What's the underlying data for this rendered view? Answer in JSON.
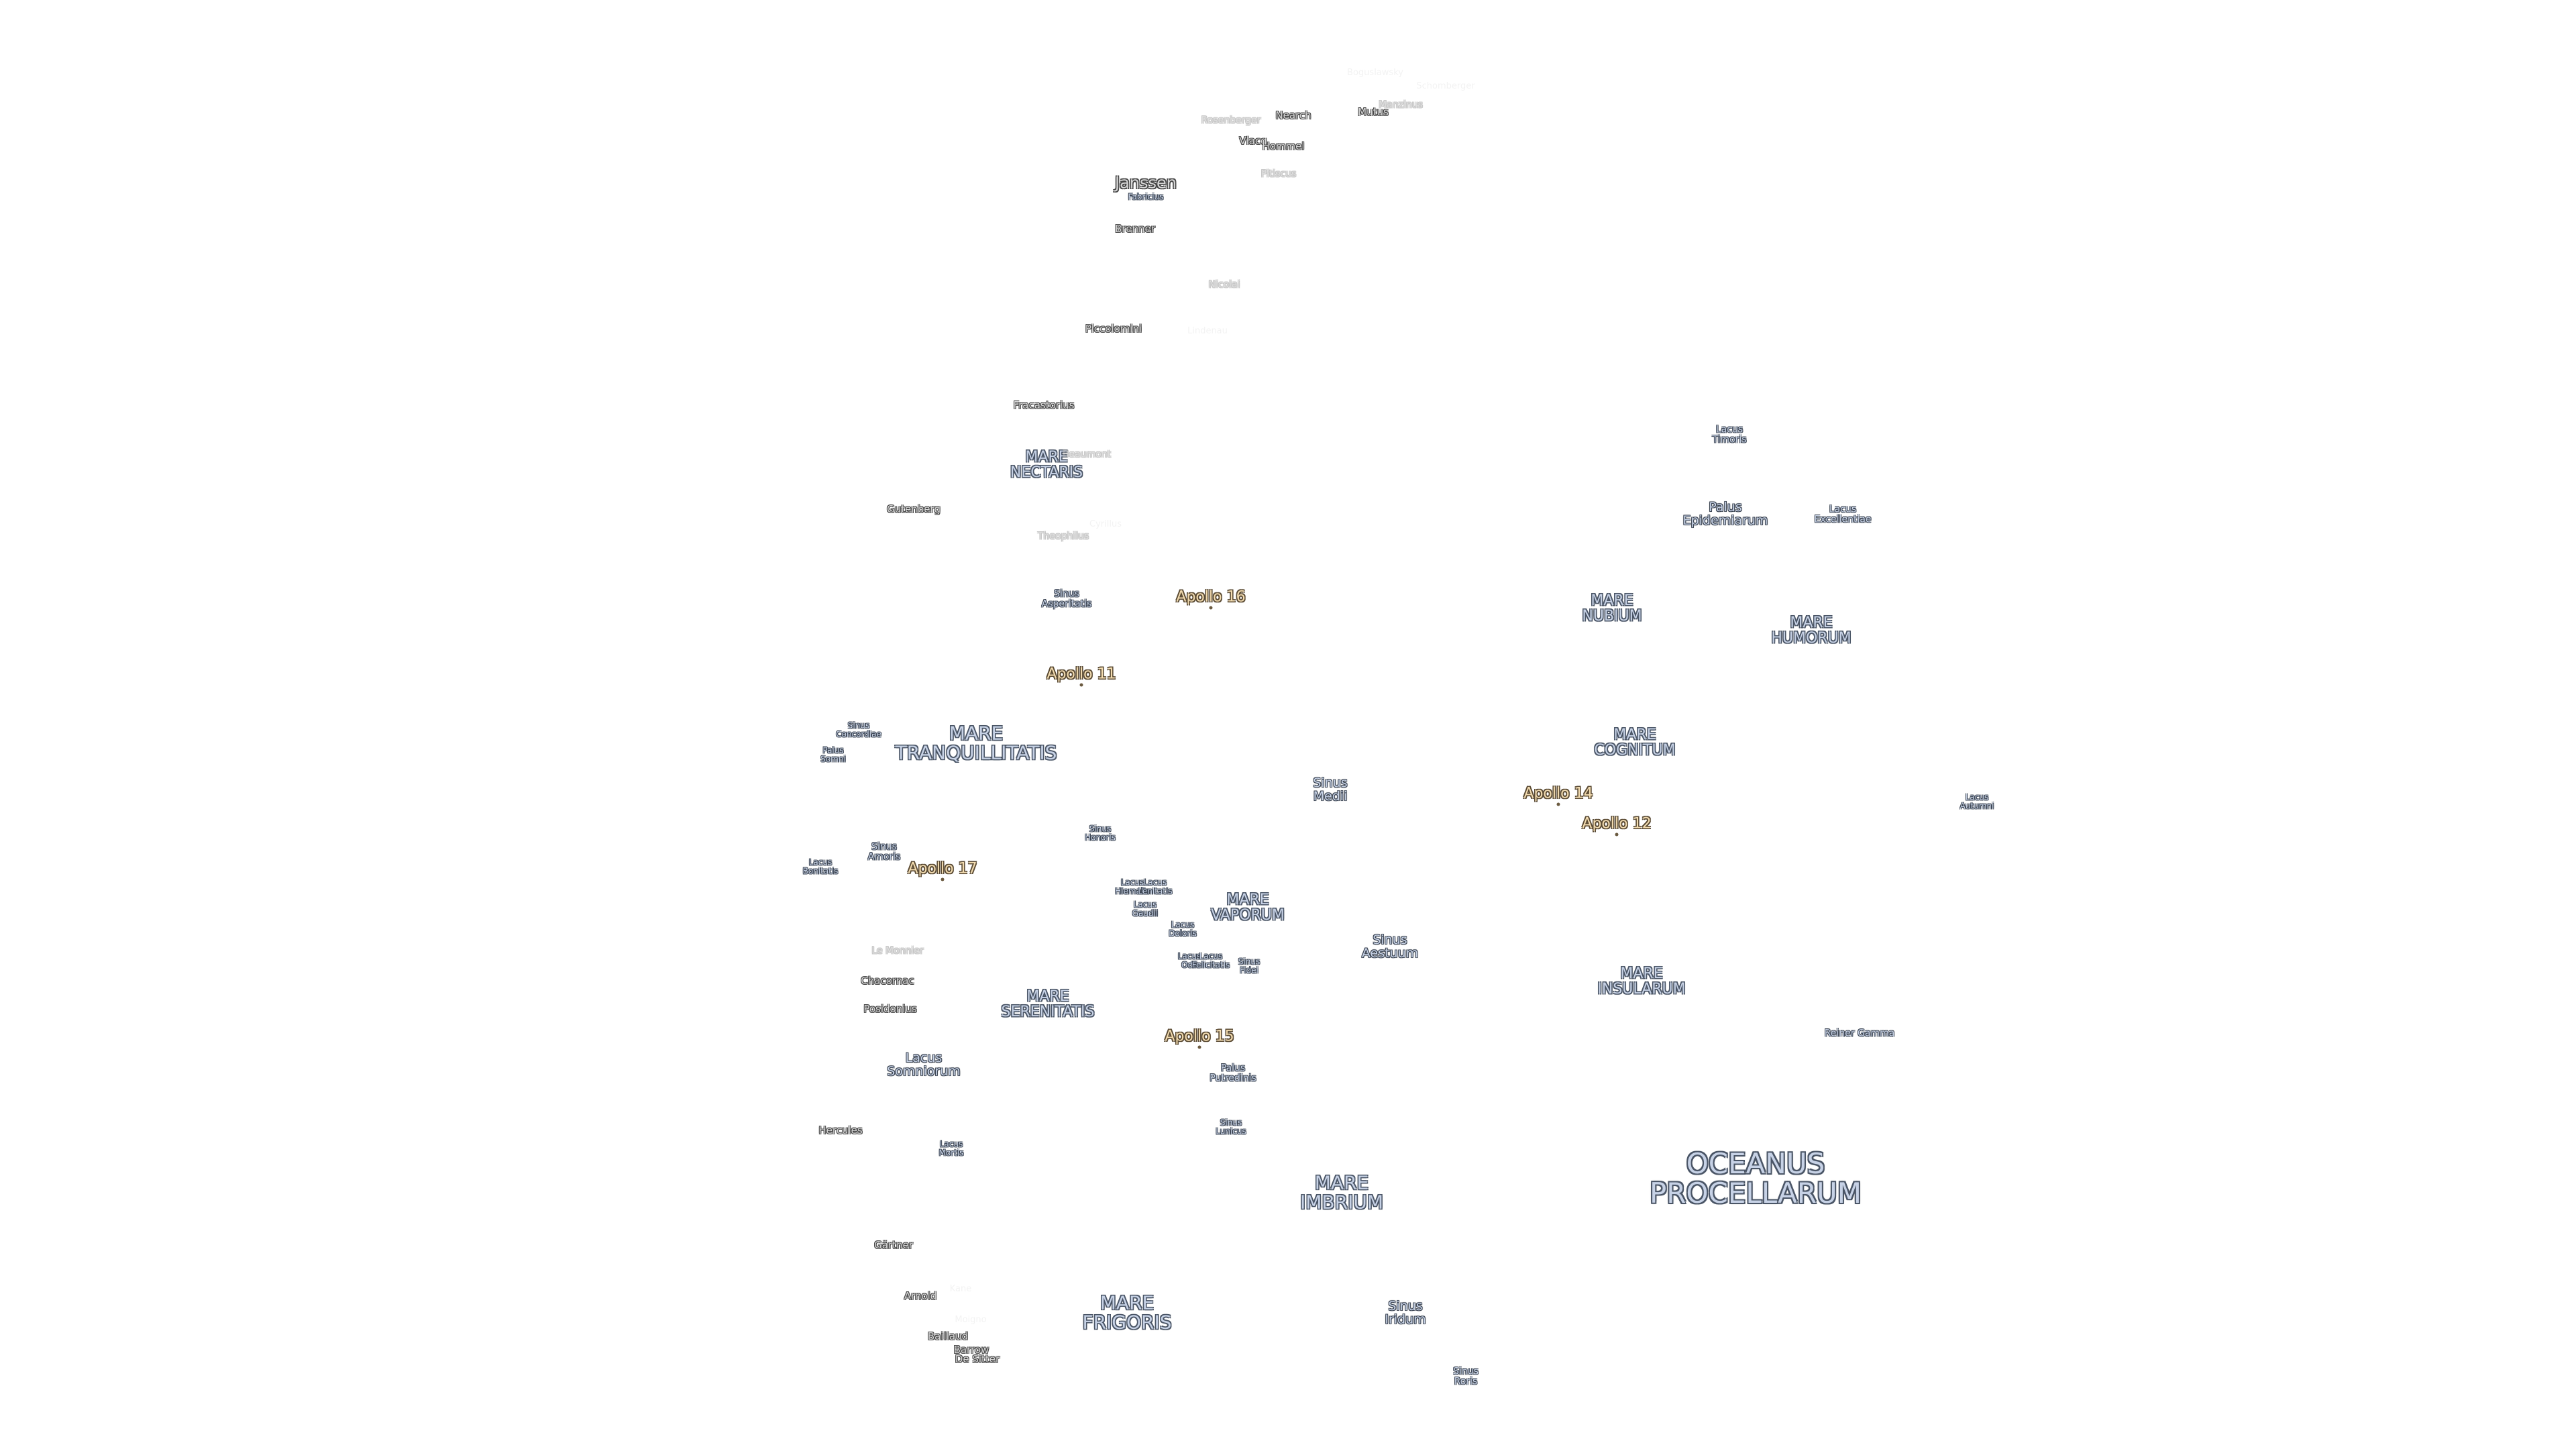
{
  "map": {
    "labels": {
      "oceanus_procellarum": "OCEANUS\nPROCELLARUM",
      "mare_frigoris": "MARE\nFRIGORIS",
      "mare_imbrium": "MARE\nIMBRIUM",
      "mare_serenitatis": "MARE\nSERENITATIS",
      "mare_tranquillitatis": "MARE\nTRANQUILLITATIS",
      "mare_nubium": "MARE\nNUBIUM",
      "mare_humorum": "MARE\nHUMORUM",
      "mare_cognitum": "MARE\nCOGNITUM",
      "mare_insularum": "MARE\nINSULARUM",
      "mare_vaporum": "MARE\nVAPORUM",
      "mare_nectaris": "MARE\nNECTARIS",
      "lacus_somniorum": "Lacus\nSomniorum",
      "sinus_medii": "Sinus\nMedii",
      "sinus_aestuum": "Sinus\nAestuum",
      "sinus_iridum": "Sinus\nIridum",
      "sinus_roris": "Sinus\nRoris",
      "palus_epidemiarum": "Palus\nEpidemiarum",
      "lacus_excellentiae": "Lacus\nExcellentiae",
      "lacus_timoris": "Lacus\nTimoris",
      "lacus_autumni": "Lacus\nAutumni",
      "sinus_asperitatis": "Sinus\nAsperitatis",
      "sinus_concordiae": "Sinus\nConcordiae",
      "palus_somni": "Palus\nSomni",
      "sinus_amoris": "Sinus\nAmoris",
      "lacus_bonitatis": "Lacus\nBonitatis",
      "sinus_honoris": "Sinus\nHonoris",
      "lacus_hiemalis": "Lacus\nHiemalis",
      "lacus_lenitatis": "Lacus\nLenitatis",
      "lacus_gaudii": "Lacus\nGaudii",
      "lacus_doloris": "Lacus\nDoloris",
      "lacus_odii": "Lacus\nOdii",
      "lacus_felicitatis": "Lacus\nFelicitatis",
      "sinus_fidei": "Sinus\nFidei",
      "palus_putredinis": "Palus\nPutredinis",
      "sinus_lunicus": "Sinus\nLunicus",
      "lacus_mortis": "Lacus\nMortis",
      "reiner_gamma": "Reiner Gamma",
      "janssen": "Janssen",
      "fabricius": "Fabricius",
      "brenner": "Brenner",
      "vlacq": "Vlacq",
      "hommel": "Hommel",
      "nearch": "Nearch",
      "pitiscus": "Pitiscus",
      "rosenberger": "Rosenberger",
      "mutus": "Mutus",
      "manzinus": "Manzinus",
      "boguslawsky": "Boguslawsky",
      "schomberger": "Schomberger",
      "nicolai": "Nicolai",
      "piccolomini": "Piccolomini",
      "lindenau": "Lindenau",
      "fracastorius": "Fracastorius",
      "beaumont": "Beaumont",
      "gutenberg": "Gutenberg",
      "theophilus": "Theophilus",
      "cyrillus": "Cyrillus",
      "le_monnier": "Le Monnier",
      "chacornac": "Chacornac",
      "posidonius": "Posidonius",
      "hercules": "Hercules",
      "gartner": "Gärtner",
      "arnold": "Arnold",
      "moigno": "Moigno",
      "baillaud": "Baillaud",
      "barrow": "Barrow",
      "de_sitter": "De Sitter",
      "kane": "Kane",
      "apollo_11": "Apollo 11",
      "apollo_12": "Apollo 12",
      "apollo_14": "Apollo 14",
      "apollo_15": "Apollo 15",
      "apollo_16": "Apollo 16",
      "apollo_17": "Apollo 17"
    }
  }
}
